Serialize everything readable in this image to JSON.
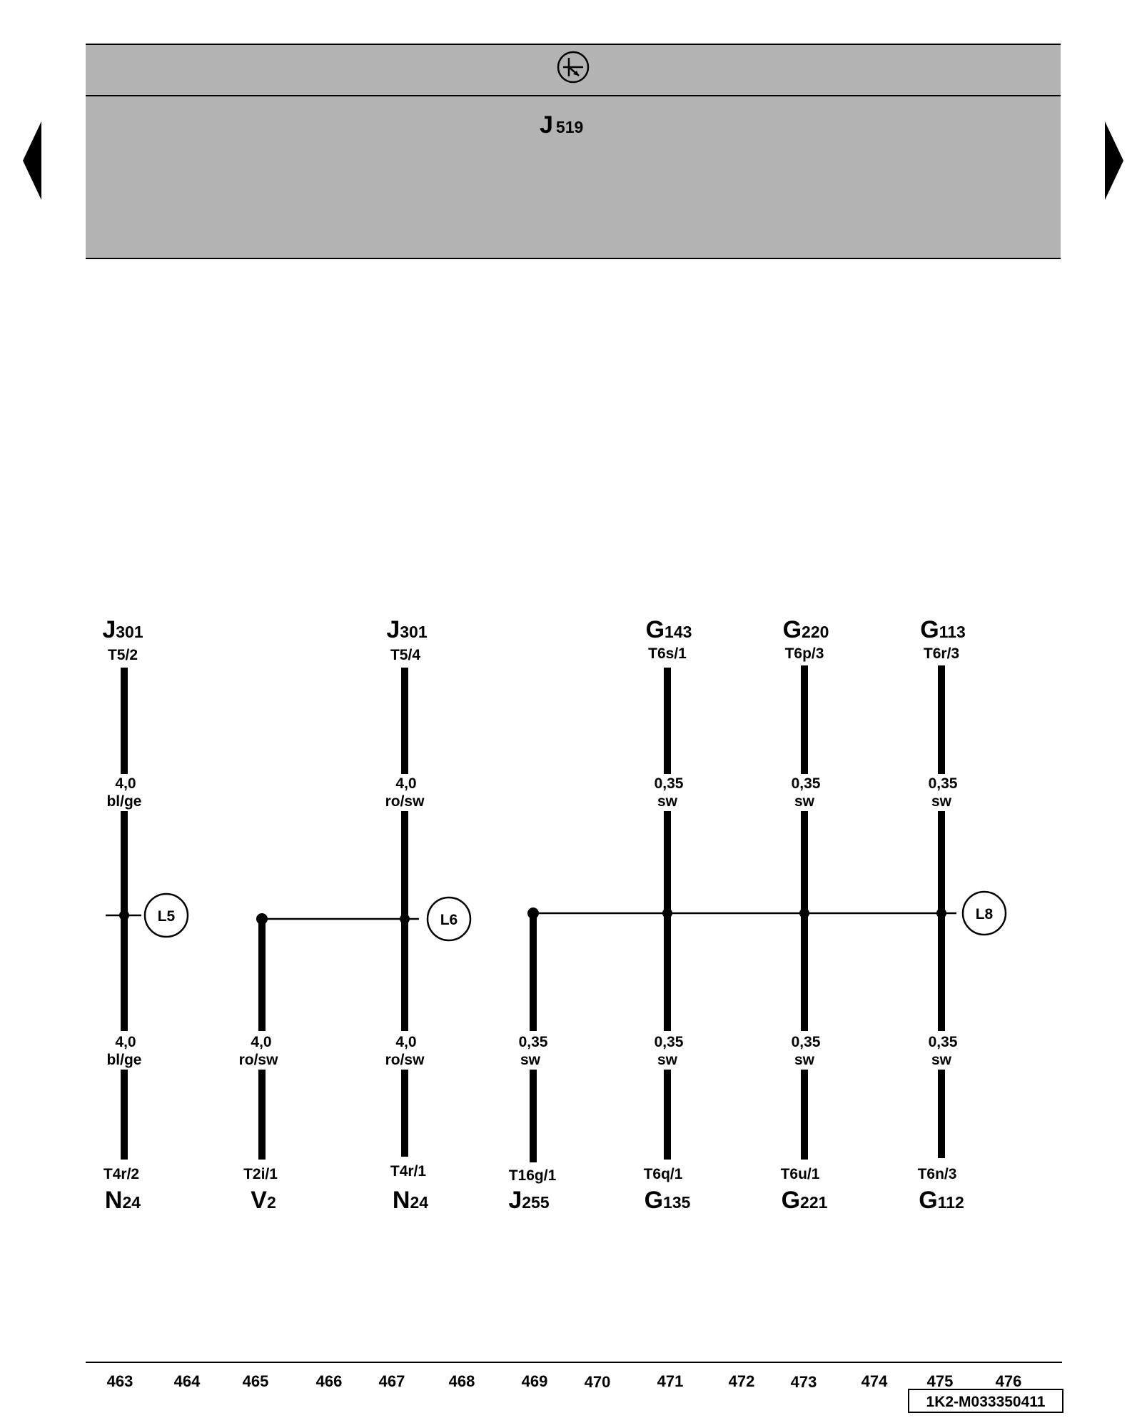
{
  "header": {
    "symbol_icon": "ground-point-symbol-icon",
    "component": {
      "letter": "J",
      "sub": "519"
    }
  },
  "nav": {
    "prev_icon": "triangle-left-icon",
    "next_icon": "triangle-right-icon"
  },
  "wires": [
    {
      "id": "w463",
      "top": {
        "letter": "J",
        "sub": "301",
        "pin": "T5/2"
      },
      "upper": {
        "size": "4,0",
        "color": "bl/ge"
      },
      "lower": {
        "size": "4,0",
        "color": "bl/ge"
      },
      "bottom": {
        "pin": "T4r/2",
        "letter": "N",
        "sub": "24"
      }
    },
    {
      "id": "w465",
      "lower": {
        "size": "4,0",
        "color": "ro/sw"
      },
      "bottom": {
        "pin": "T2i/1",
        "letter": "V",
        "sub": "2"
      }
    },
    {
      "id": "w467",
      "top": {
        "letter": "J",
        "sub": "301",
        "pin": "T5/4"
      },
      "upper": {
        "size": "4,0",
        "color": "ro/sw"
      },
      "lower": {
        "size": "4,0",
        "color": "ro/sw"
      },
      "bottom": {
        "pin": "T4r/1",
        "letter": "N",
        "sub": "24"
      }
    },
    {
      "id": "w469",
      "lower": {
        "size": "0,35",
        "color": "sw"
      },
      "bottom": {
        "pin": "T16g/1",
        "letter": "J",
        "sub": "255"
      }
    },
    {
      "id": "w471",
      "top": {
        "letter": "G",
        "sub": "143",
        "pin": "T6s/1"
      },
      "upper": {
        "size": "0,35",
        "color": "sw"
      },
      "lower": {
        "size": "0,35",
        "color": "sw"
      },
      "bottom": {
        "pin": "T6q/1",
        "letter": "G",
        "sub": "135"
      }
    },
    {
      "id": "w473",
      "top": {
        "letter": "G",
        "sub": "220",
        "pin": "T6p/3"
      },
      "upper": {
        "size": "0,35",
        "color": "sw"
      },
      "lower": {
        "size": "0,35",
        "color": "sw"
      },
      "bottom": {
        "pin": "T6u/1",
        "letter": "G",
        "sub": "221"
      }
    },
    {
      "id": "w475",
      "top": {
        "letter": "G",
        "sub": "113",
        "pin": "T6r/3"
      },
      "upper": {
        "size": "0,35",
        "color": "sw"
      },
      "lower": {
        "size": "0,35",
        "color": "sw"
      },
      "bottom": {
        "pin": "T6n/3",
        "letter": "G",
        "sub": "112"
      }
    }
  ],
  "splices": [
    "L5",
    "L6",
    "L8"
  ],
  "scale": [
    "463",
    "464",
    "465",
    "466",
    "467",
    "468",
    "469",
    "470",
    "471",
    "472",
    "473",
    "474",
    "475",
    "476"
  ],
  "doc_id": "1K2-M033350411",
  "colors": {
    "header_bg": "#b3b3b3",
    "ink": "#000000",
    "page": "#ffffff"
  }
}
